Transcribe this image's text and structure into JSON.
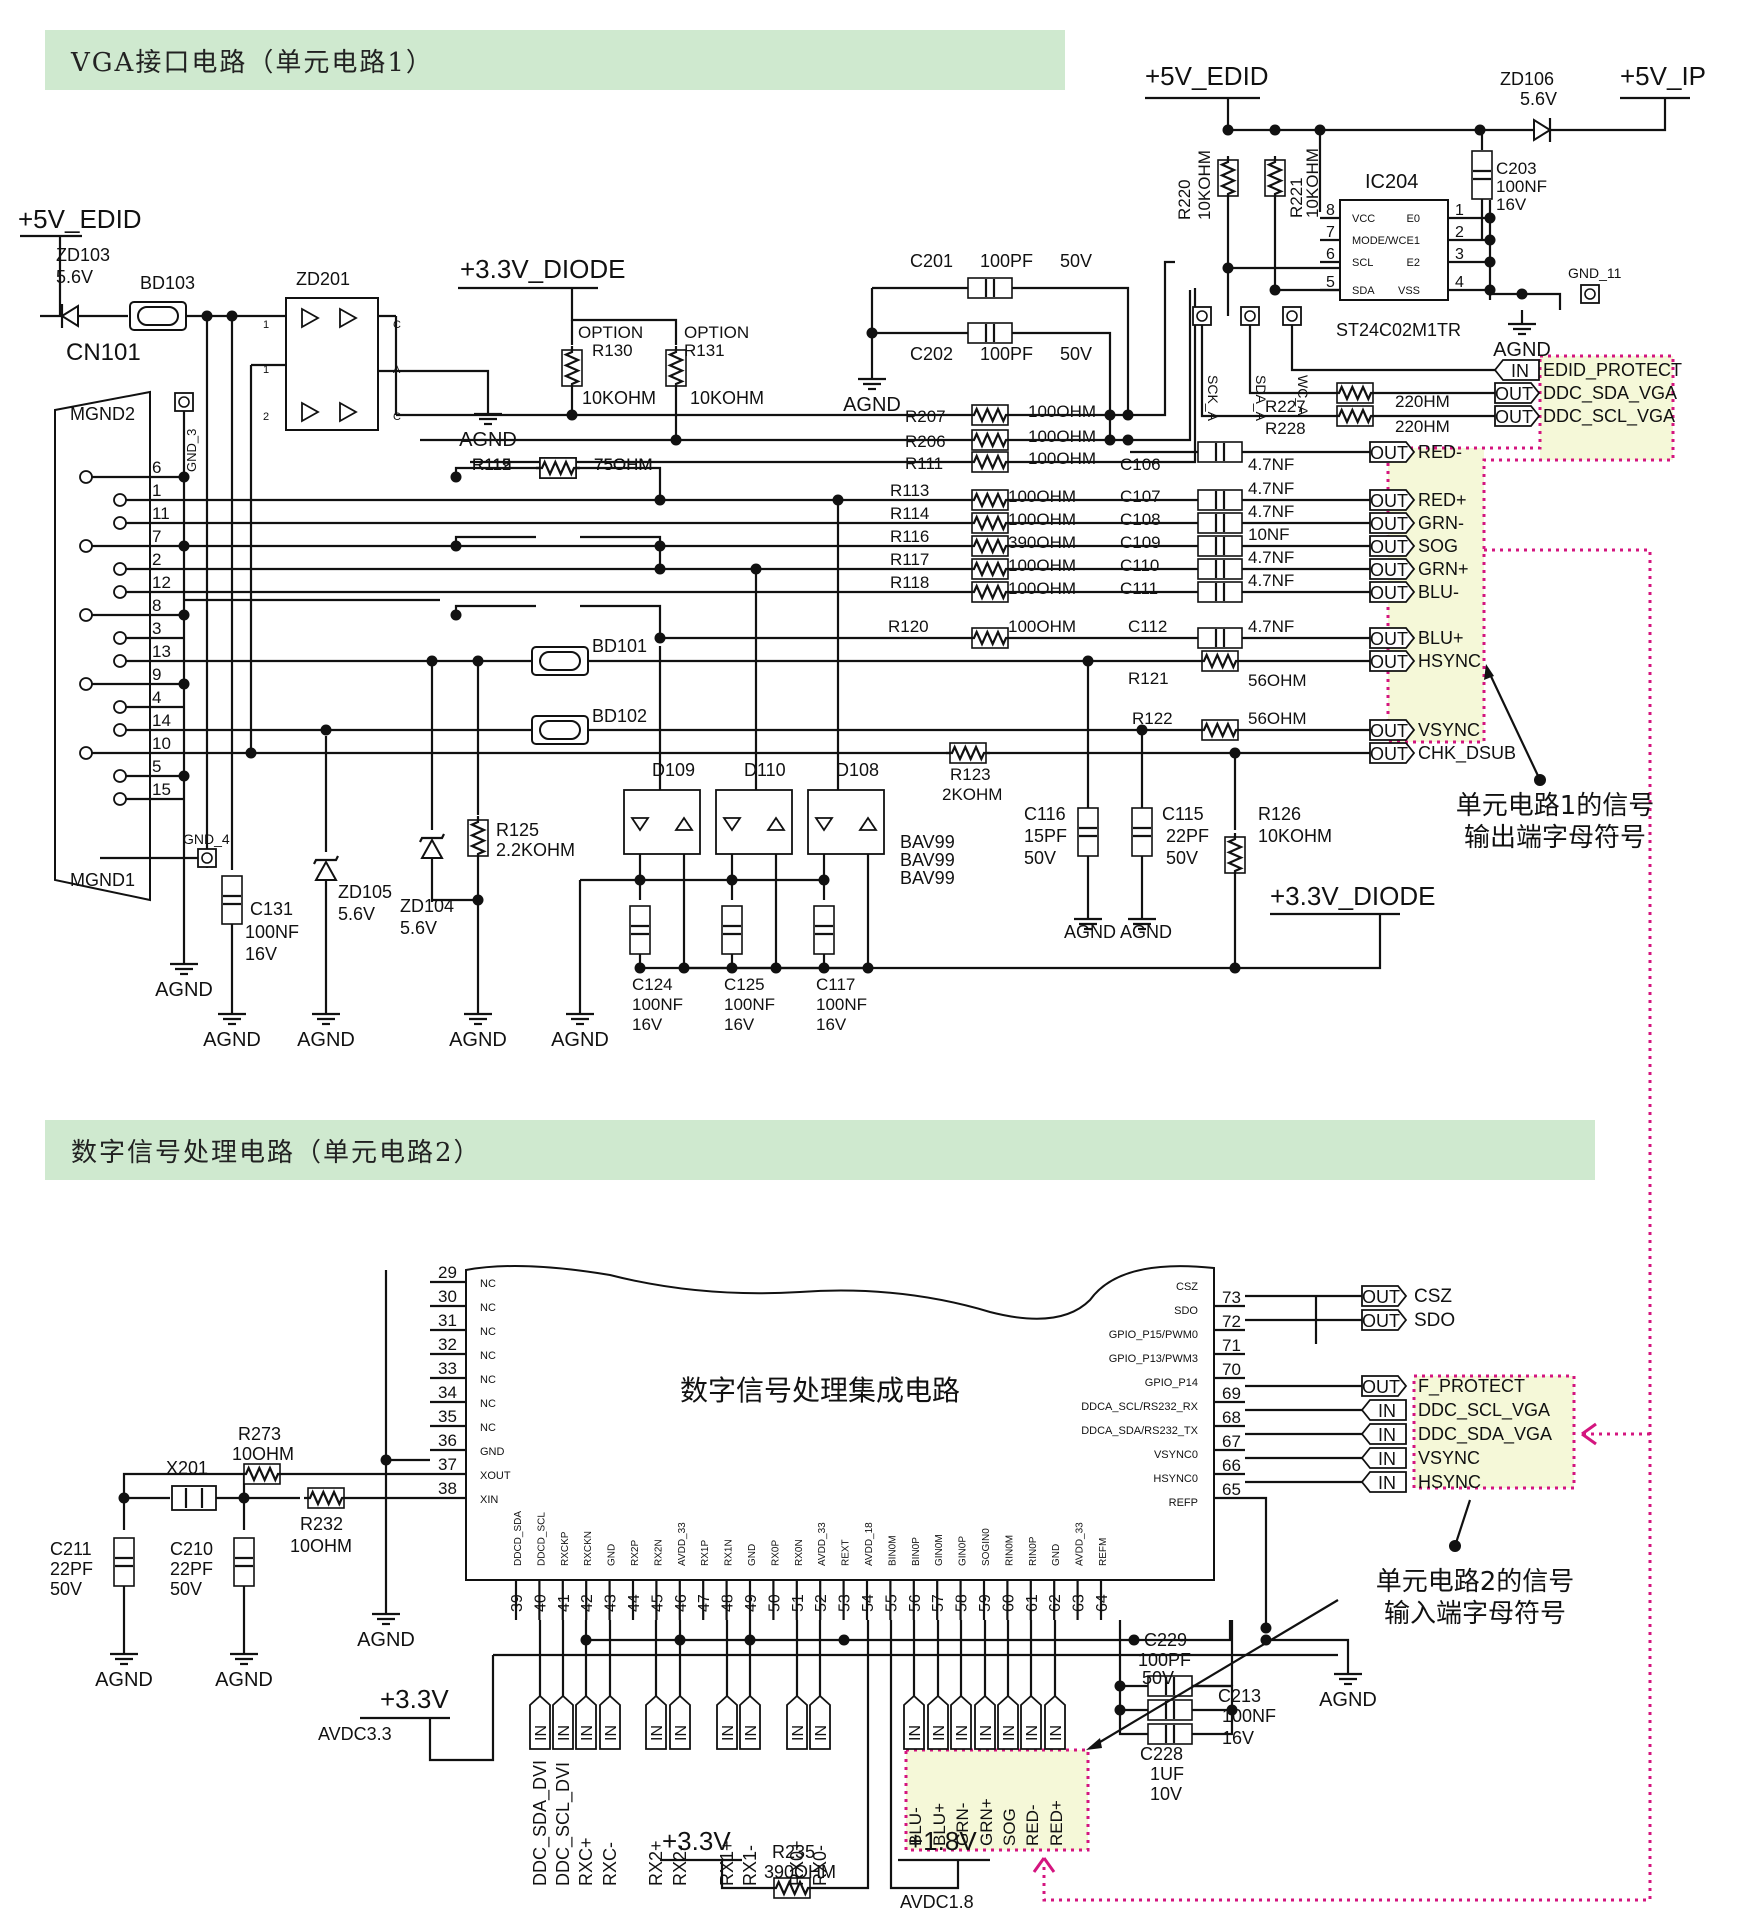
{
  "section1": {
    "title": "VGA接口电路（单元电路1）"
  },
  "section2": {
    "title": "数字信号处理电路（单元电路2）"
  },
  "rails": {
    "p5v_edid": "+5V_EDID",
    "p5v_ip": "+5V_IP",
    "p33v_diode": "+3.3V_DIODE",
    "p33v": "+3.3V",
    "p18v": "+1.8V",
    "avdc33": "AVDC3.3",
    "avdc18": "AVDC1.8",
    "agnd": "AGND",
    "gnd11": "GND_11",
    "gnd4": "GND_4",
    "gnd3": "GND_3"
  },
  "connector": {
    "name": "CN101",
    "mgnd2": "MGND2",
    "mgnd1": "MGND1",
    "pins": [
      "6",
      "1",
      "11",
      "7",
      "2",
      "12",
      "8",
      "3",
      "13",
      "9",
      "4",
      "14",
      "10",
      "5",
      "15"
    ]
  },
  "parts": {
    "zd103": [
      "ZD103",
      "5.6V"
    ],
    "bd103": "BD103",
    "zd201": "ZD201",
    "r130": [
      "OPTION",
      "R130",
      "10KOHM"
    ],
    "r131": [
      "OPTION",
      "R131",
      "10KOHM"
    ],
    "c201": [
      "C201",
      "100PF",
      "50V"
    ],
    "c202": [
      "C202",
      "100PF",
      "50V"
    ],
    "r220": [
      "R220",
      "10KOHM"
    ],
    "r221": [
      "R221",
      "10KOHM"
    ],
    "ic204": {
      "name": "IC204",
      "part": "ST24C02M1TR",
      "left_pins": [
        "8",
        "7",
        "6",
        "5"
      ],
      "left_labels": [
        "VCC",
        "MODE/WC",
        "SCL",
        "SDA"
      ],
      "right_pins": [
        "1",
        "2",
        "3",
        "4"
      ],
      "right_labels": [
        "E0",
        "E1",
        "E2",
        "VSS"
      ]
    },
    "zd106": [
      "ZD106",
      "5.6V"
    ],
    "c203": [
      "C203",
      "100NF",
      "16V"
    ],
    "test_points": [
      "SCK_A",
      "SDA_A",
      "WC_A"
    ],
    "r207": [
      "R207",
      "100OHM"
    ],
    "r206": [
      "R206",
      "100OHM"
    ],
    "r111": [
      "R111",
      "100OHM"
    ],
    "r227": [
      "R227",
      "220HM"
    ],
    "r228": [
      "R228",
      "220HM"
    ],
    "r112": [
      "R112",
      "75OHM"
    ],
    "r115": [
      "R115",
      "75OHM"
    ],
    "r119": [
      "R119",
      "75OHM"
    ],
    "r113": [
      "R113",
      "100OHM"
    ],
    "r114": [
      "R114",
      "100OHM"
    ],
    "r116": [
      "R116",
      "390OHM"
    ],
    "r117": [
      "R117",
      "100OHM"
    ],
    "r118": [
      "R118",
      "100OHM"
    ],
    "r120": [
      "R120",
      "100OHM"
    ],
    "c106": [
      "C106",
      "4.7NF"
    ],
    "c107": [
      "C107",
      "4.7NF"
    ],
    "c108": [
      "C108",
      "4.7NF"
    ],
    "c109": [
      "C109",
      "10NF"
    ],
    "c110": [
      "C110",
      "4.7NF"
    ],
    "c111": [
      "C111",
      "4.7NF"
    ],
    "c112": [
      "C112",
      "4.7NF"
    ],
    "r121": [
      "R121",
      "56OHM"
    ],
    "r122": [
      "R122",
      "56OHM"
    ],
    "r123": [
      "R123",
      "2KOHM"
    ],
    "bd101": "BD101",
    "bd102": "BD102",
    "d109": "D109",
    "d110": "D110",
    "d108": "D108",
    "bav99": [
      "BAV99",
      "BAV99",
      "BAV99"
    ],
    "c116": [
      "C116",
      "15PF",
      "50V"
    ],
    "c115": [
      "C115",
      "22PF",
      "50V"
    ],
    "r126": [
      "R126",
      "10KOHM"
    ],
    "c131": [
      "C131",
      "100NF",
      "16V"
    ],
    "zd105": [
      "ZD105",
      "5.6V"
    ],
    "zd104": [
      "ZD104",
      "5.6V"
    ],
    "r125": [
      "R125",
      "2.2KOHM"
    ],
    "c124": [
      "C124",
      "100NF",
      "16V"
    ],
    "c125": [
      "C125",
      "100NF",
      "16V"
    ],
    "c117": [
      "C117",
      "100NF",
      "16V"
    ],
    "r273": [
      "R273",
      "10OHM"
    ],
    "x201": "X201",
    "r232": [
      "R232",
      "10OHM"
    ],
    "c211": [
      "C211",
      "22PF",
      "50V"
    ],
    "c210": [
      "C210",
      "22PF",
      "50V"
    ],
    "c229": [
      "C229",
      "100PF",
      "50V"
    ],
    "c213": [
      "C213",
      "100NF",
      "16V"
    ],
    "c228": [
      "C228",
      "1UF",
      "10V"
    ],
    "r235": [
      "R235",
      "390OHM"
    ]
  },
  "unit1_outputs": {
    "in_label": "IN",
    "out_label": "OUT",
    "signals": [
      "EDID_PROTECT",
      "DDC_SDA_VGA",
      "DDC_SCL_VGA",
      "RED-",
      "RED+",
      "GRN-",
      "SOG",
      "GRN+",
      "BLU-",
      "BLU+",
      "HSYNC",
      "VSYNC",
      "CHK_DSUB"
    ],
    "annotation": [
      "单元电路1的信号",
      "输出端字母符号"
    ]
  },
  "chip": {
    "title": "数字信号处理集成电路",
    "left_pins": [
      "29",
      "30",
      "31",
      "32",
      "33",
      "34",
      "35",
      "36",
      "37",
      "38"
    ],
    "left_labels": [
      "NC",
      "NC",
      "NC",
      "NC",
      "NC",
      "NC",
      "NC",
      "GND",
      "XOUT",
      "XIN"
    ],
    "right_pins": [
      "73",
      "72",
      "71",
      "70",
      "69",
      "68",
      "67",
      "66",
      "65"
    ],
    "right_labels": [
      "CSZ",
      "SDO",
      "GPIO_P15/PWM0",
      "GPIO_P13/PWM3",
      "GPIO_P14",
      "DDCA_SCL/RS232_RX",
      "DDCA_SDA/RS232_TX",
      "VSYNC0",
      "HSYNC0",
      "REFP"
    ],
    "bottom_pins": [
      "39",
      "40",
      "41",
      "42",
      "43",
      "44",
      "45",
      "46",
      "47",
      "48",
      "49",
      "50",
      "51",
      "52",
      "53",
      "54",
      "55",
      "56",
      "57",
      "58",
      "59",
      "60",
      "61",
      "62",
      "63",
      "64"
    ],
    "bottom_labels": [
      "DDCD_SDA",
      "DDCD_SCL",
      "RXCKP",
      "RXCKN",
      "GND",
      "RX2P",
      "RX2N",
      "AVDD_33",
      "RX1P",
      "RX1N",
      "GND",
      "RX0P",
      "RX0N",
      "AVDD_33",
      "REXT",
      "AVDD_18",
      "BIN0M",
      "BIN0P",
      "GIN0M",
      "GIN0P",
      "SOGIN0",
      "RIN0M",
      "RIN0P",
      "GND",
      "AVDD_33",
      "REFM"
    ]
  },
  "unit2_io": {
    "right_out": [
      "CSZ",
      "SDO"
    ],
    "right_group": [
      "F_PROTECT",
      "DDC_SCL_VGA",
      "DDC_SDA_VGA",
      "VSYNC",
      "HSYNC"
    ],
    "bottom_inputs": [
      "DDC_SDA_DVI",
      "DDC_SCL_DVI",
      "RXC+",
      "RXC-",
      "RX2+",
      "RX2-",
      "RX1+",
      "RX1-",
      "RX0+",
      "RX0-"
    ],
    "bottom_rgb": [
      "BLU-",
      "BLU+",
      "GRN-",
      "GRN+",
      "SOG",
      "RED-",
      "RED+"
    ],
    "annotation": [
      "单元电路2的信号",
      "输入端字母符号"
    ]
  },
  "colors": {
    "accent": "#d4157f",
    "banner": "#cfe9cf",
    "highlight": "#f5f8d8"
  }
}
